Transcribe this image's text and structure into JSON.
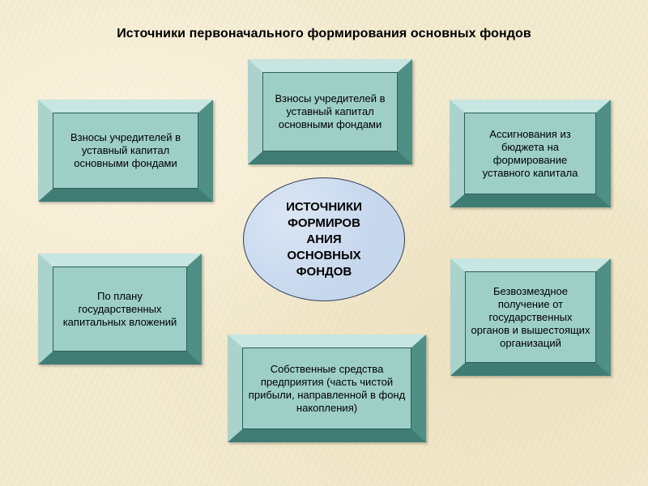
{
  "title": "Источники первоначального формирования основных фондов",
  "center": {
    "lines": [
      "ИСТОЧНИКИ",
      "ФОРМИРОВ",
      "АНИЯ",
      "ОСНОВНЫХ",
      "ФОНДОВ"
    ]
  },
  "boxes": {
    "top_center": "Взносы учредителей в уставный капитал основными фондами",
    "top_left": "Взносы учредителей в уставный капитал основными фондами",
    "top_right": "Ассигнования из бюджета на формирование уставного капитала",
    "bottom_left": "По плану государственных капитальных вложений",
    "bottom_center": "Собственные средства предприятия (часть чистой прибыли, направленной в фонд накопления)",
    "bottom_right": "Безвозмездное получение от государственных органов и вышестоящих организаций"
  },
  "colors": {
    "background": "#f3ebd0",
    "box_fill": "#9dcfc7",
    "box_highlight": "#c7e6e1",
    "box_shadow": "#3f7c73",
    "ellipse_fill": "#c8d9ee",
    "ellipse_border": "#2d3b57"
  }
}
